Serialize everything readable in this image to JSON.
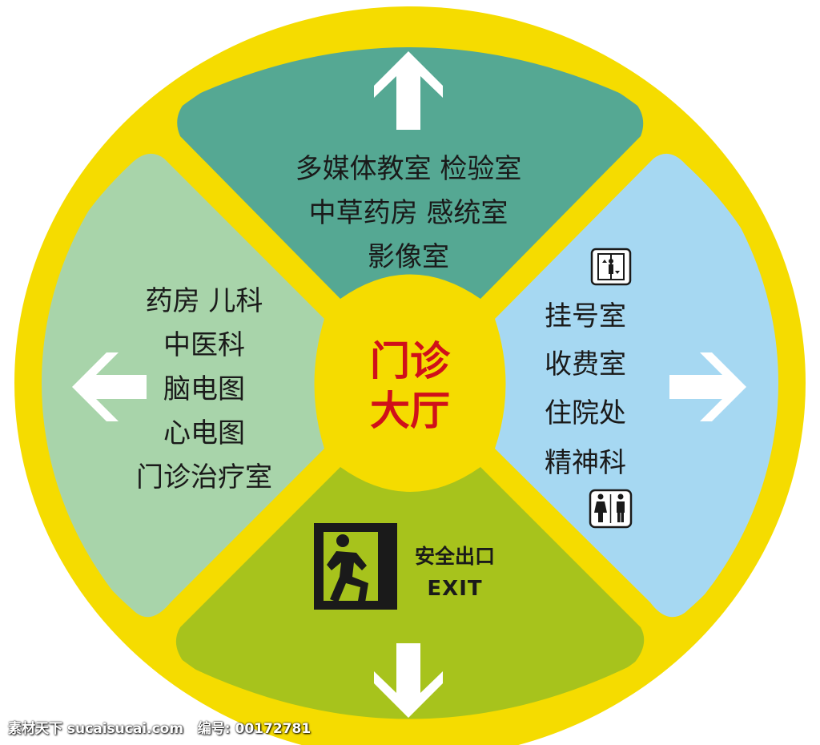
{
  "colors": {
    "ring": "#f5dc00",
    "hub": "#f5dc00",
    "top_quadrant": "#55a893",
    "left_quadrant": "#a8d4aa",
    "right_quadrant": "#a6d8f2",
    "bottom_quadrant": "#a7c31c",
    "hub_text": "#d0101a"
  },
  "hub": {
    "line1": "门诊",
    "line2": "大厅"
  },
  "top": {
    "arrow": "up-arrow-icon",
    "lines": [
      "多媒体教室 检验室",
      "中草药房 感统室",
      "影像室"
    ]
  },
  "left": {
    "arrow": "left-arrow-icon",
    "lines": [
      "药房 儿科",
      "中医科",
      "脑电图",
      "心电图",
      "门诊治疗室"
    ]
  },
  "right": {
    "arrow": "right-arrow-icon",
    "top_icon": "elevator-icon",
    "bottom_icon": "restroom-icon",
    "lines": [
      "挂号室",
      "收费室",
      "住院处",
      "精神科"
    ]
  },
  "bottom": {
    "arrow": "down-arrow-icon",
    "exit_icon": "emergency-exit-icon",
    "exit_cn": "安全出口",
    "exit_en": "EXIT"
  },
  "watermark": "素材天下 sucaisucai.com   编号: 00172781"
}
